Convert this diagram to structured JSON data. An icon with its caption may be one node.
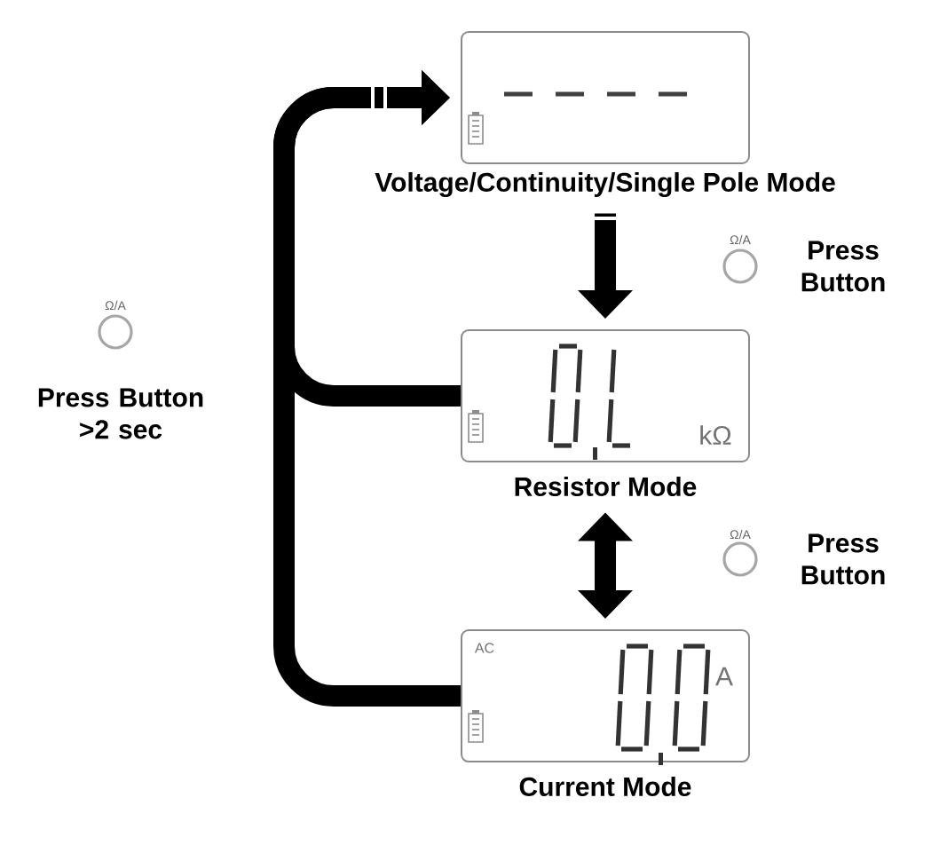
{
  "diagram": {
    "nodes": [
      {
        "text": [
          "Voltage/Continuity/Single Pole Mode"
        ]
      },
      {
        "text": [
          "kΩ",
          "Resistor Mode"
        ]
      },
      {
        "text": [
          "AC",
          "A",
          "Current Mode"
        ]
      }
    ],
    "edges": [
      {
        "from": 0,
        "to": 1,
        "arrow": "to"
      },
      {
        "from": 1,
        "to": 2,
        "arrow": "both"
      },
      {
        "from": 1,
        "to": 0,
        "arrow": "to"
      },
      {
        "from": 2,
        "to": 0,
        "arrow": "to"
      }
    ],
    "labels": [
      "Ω/A",
      "Press Button",
      "Ω/A",
      "Press Button >2 sec",
      "Ω/A",
      "Press Button"
    ]
  }
}
